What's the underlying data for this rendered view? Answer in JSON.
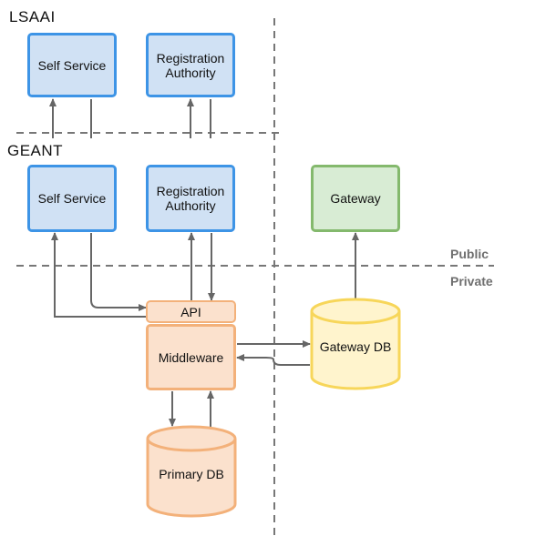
{
  "sections": {
    "lsaai": "LSAAI",
    "geant": "GEANT"
  },
  "zones": {
    "public": "Public",
    "private": "Private"
  },
  "nodes": {
    "lsaai_self_service": "Self Service",
    "lsaai_registration_authority": "Registration\nAuthority",
    "geant_self_service": "Self Service",
    "geant_registration_authority": "Registration\nAuthority",
    "gateway": "Gateway",
    "api": "API",
    "middleware": "Middleware",
    "gateway_db": "Gateway DB",
    "primary_db": "Primary DB"
  },
  "colors": {
    "blue_fill": "#d0e1f4",
    "blue_stroke": "#3d94e6",
    "green_fill": "#d8ecd4",
    "green_stroke": "#84b96d",
    "orange_fill": "#fbe1cd",
    "orange_stroke": "#f3b17a",
    "yellow_fill": "#fff4cd",
    "yellow_stroke": "#f7d65a",
    "arrow": "#666666",
    "dashed": "#777777"
  }
}
